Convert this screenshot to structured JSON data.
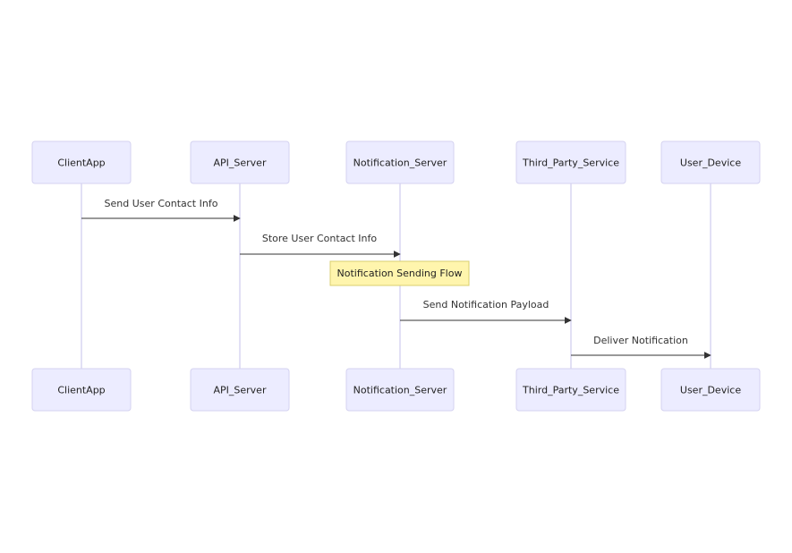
{
  "diagram": {
    "type": "sequence",
    "actors": [
      {
        "id": "client",
        "label": "ClientApp"
      },
      {
        "id": "api",
        "label": "API_Server"
      },
      {
        "id": "notif",
        "label": "Notification_Server"
      },
      {
        "id": "third",
        "label": "Third_Party_Service"
      },
      {
        "id": "device",
        "label": "User_Device"
      }
    ],
    "messages": [
      {
        "from": "client",
        "to": "api",
        "label": "Send User Contact Info"
      },
      {
        "from": "api",
        "to": "notif",
        "label": "Store User Contact Info"
      },
      {
        "from": "notif",
        "to": "third",
        "label": "Send Notification Payload"
      },
      {
        "from": "third",
        "to": "device",
        "label": "Deliver Notification"
      }
    ],
    "note": {
      "over": "notif",
      "label": "Notification Sending Flow"
    },
    "colors": {
      "actor_fill": "#ececff",
      "actor_border": "#d4d2f0",
      "lifeline": "#d8d6f2",
      "message": "#333333",
      "note_fill": "#fff5ad",
      "note_border": "#d9cf6f"
    }
  }
}
